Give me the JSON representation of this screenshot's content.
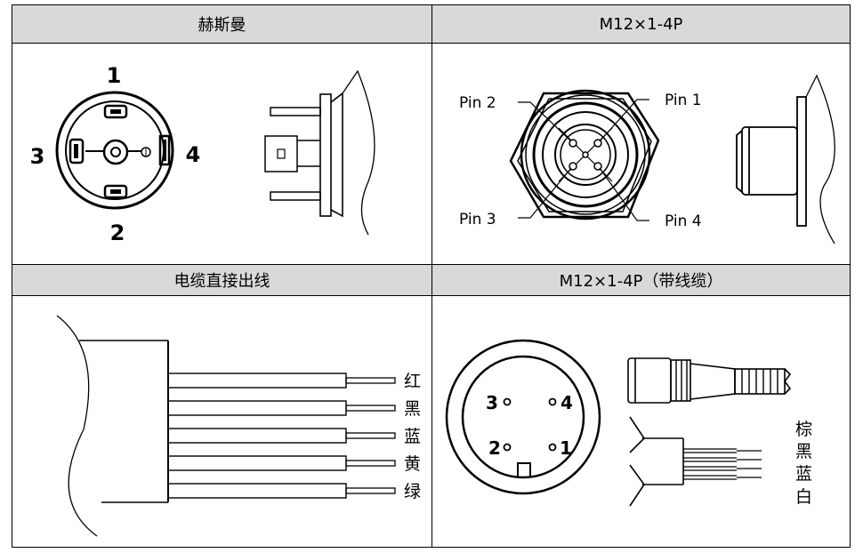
{
  "headers": {
    "hirschmann": "赫斯曼",
    "m12": "M12×1-4P",
    "cable": "电缆直接出线",
    "m12_cable": "M12×1-4P（带线缆）"
  },
  "hirschmann_pins": {
    "p1": "1",
    "p2": "2",
    "p3": "3",
    "p4": "4"
  },
  "m12_pins": {
    "pin1": "Pin 1",
    "pin2": "Pin 2",
    "pin3": "Pin 3",
    "pin4": "Pin 4"
  },
  "cable_wires": [
    "红",
    "黑",
    "蓝",
    "黄",
    "绿"
  ],
  "m12_cable_pins": {
    "p1": "1",
    "p2": "2",
    "p3": "3",
    "p4": "4"
  },
  "m12_cable_wires": [
    "棕",
    "黑",
    "蓝",
    "白"
  ]
}
